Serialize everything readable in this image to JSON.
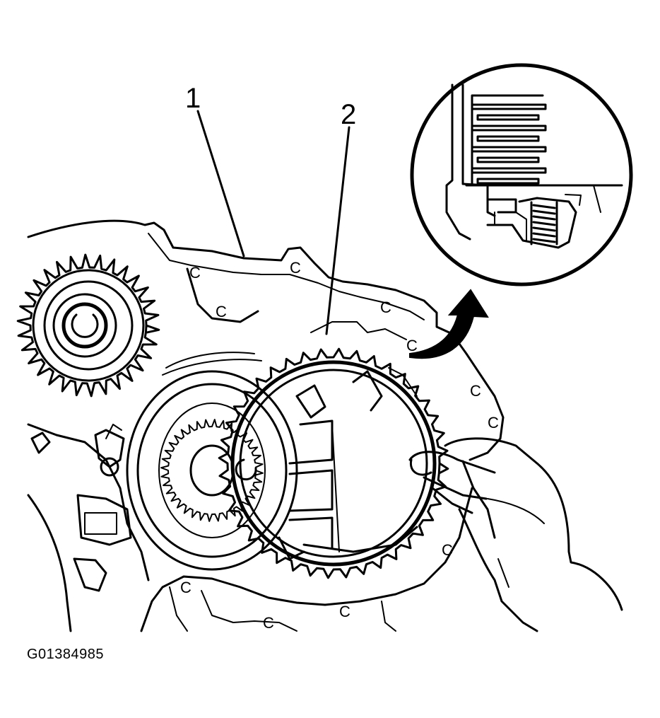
{
  "figure": {
    "callouts": [
      {
        "id": "1",
        "label": "1"
      },
      {
        "id": "2",
        "label": "2"
      }
    ],
    "figure_id": "G01384985"
  },
  "colors": {
    "ink": "#000000",
    "paper": "#ffffff"
  }
}
